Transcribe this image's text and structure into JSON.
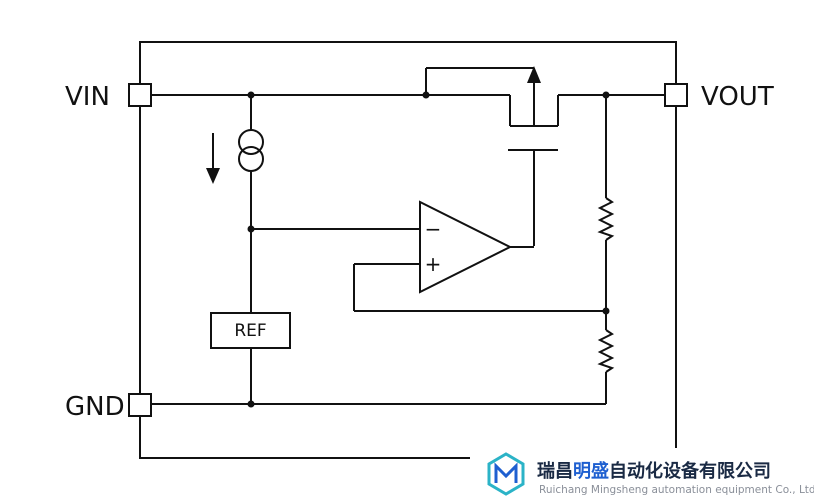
{
  "pins": {
    "vin": "VIN",
    "vout": "VOUT",
    "gnd": "GND"
  },
  "blocks": {
    "reference": "REF"
  },
  "opamp": {
    "inverting": "−",
    "non_inverting": "+"
  },
  "watermark": {
    "company_cn_prefix": "瑞昌",
    "company_cn_accent": "明盛",
    "company_cn_suffix": "自动化设备有限公司",
    "company_en": "Ruichang Mingsheng automation equipment Co., Ltd"
  },
  "colors": {
    "line": "#111111",
    "accent": "#1e5fd0",
    "logo_teal": "#2bb3c7"
  }
}
